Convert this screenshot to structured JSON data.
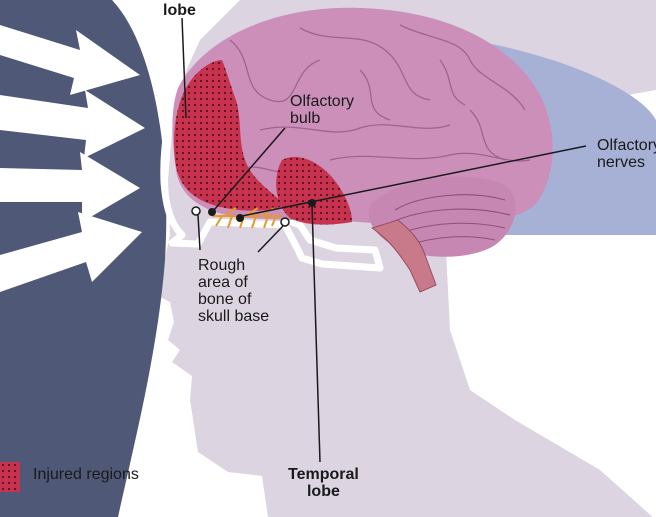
{
  "labels": {
    "frontal_lobe": "lobe",
    "olfactory_bulb": "Olfactory\nbulb",
    "olfactory_nerves": "Olfactory\nnerves",
    "rough_area": "Rough\narea of\nbone of\nskull base",
    "temporal_lobe": "Temporal\nlobe"
  },
  "legend": {
    "injured_regions": "Injured regions"
  },
  "colors": {
    "impact_blue": "#4f5876",
    "head_silhouette": "#dcd4e1",
    "brain_pink": "#cc8fba",
    "injured_red": "#c7334f",
    "dots": "#5a1020",
    "skull_outline": "#ffffff",
    "nerves_orange": "#e59a2c",
    "cerebellum": "#c687b2",
    "csf_blue": "#a7b1d5"
  }
}
